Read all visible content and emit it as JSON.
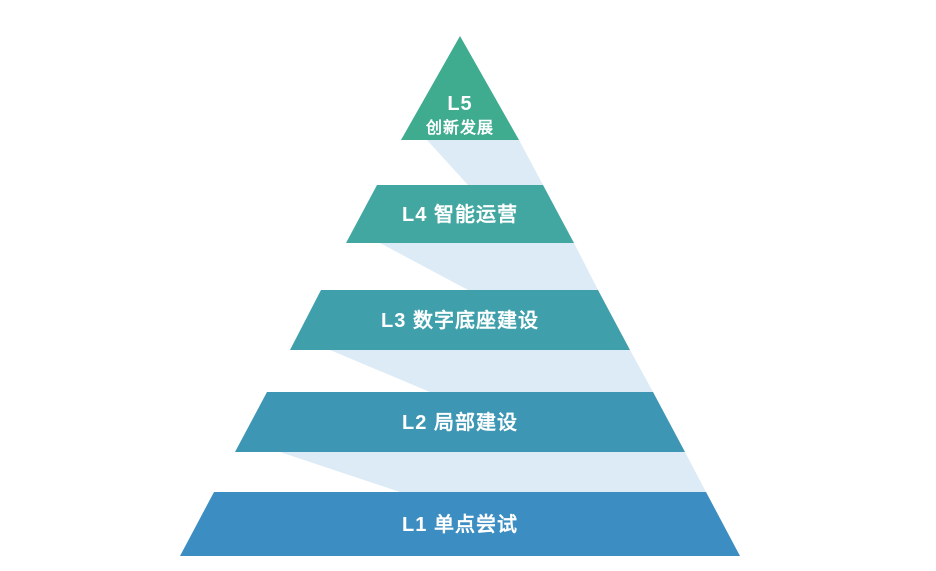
{
  "pyramid": {
    "levels": [
      {
        "code": "L5",
        "label_line1": "L5",
        "label_line2": "创新发展",
        "color": "#3FAB8F"
      },
      {
        "code": "L4",
        "label": "L4 智能运营",
        "color": "#43A7A1"
      },
      {
        "code": "L3",
        "label": "L3 数字底座建设",
        "color": "#3FA0AB"
      },
      {
        "code": "L2",
        "label": "L2 局部建设",
        "color": "#3D96B3"
      },
      {
        "code": "L1",
        "label": "L1 单点尝试",
        "color": "#3C8DC1"
      }
    ],
    "connector_color": "#DCEBF5"
  }
}
